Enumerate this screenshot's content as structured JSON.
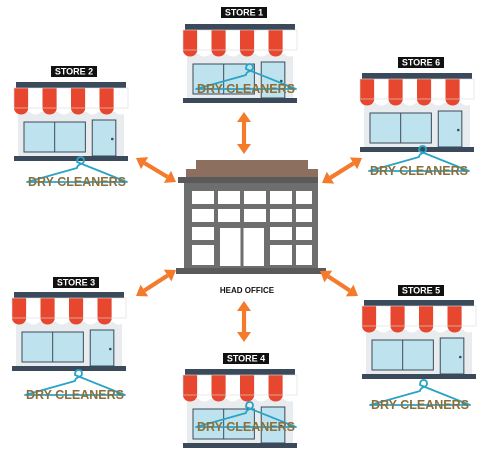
{
  "head_office": {
    "label": "HEAD OFFICE"
  },
  "stores": [
    {
      "id": "store-1",
      "label": "STORE 1",
      "sign": "DRY CLEANERS"
    },
    {
      "id": "store-2",
      "label": "STORE 2",
      "sign": "DRY CLEANERS"
    },
    {
      "id": "store-3",
      "label": "STORE 3",
      "sign": "DRY CLEANERS"
    },
    {
      "id": "store-4",
      "label": "STORE 4",
      "sign": "DRY CLEANERS"
    },
    {
      "id": "store-5",
      "label": "STORE 5",
      "sign": "DRY CLEANERS"
    },
    {
      "id": "store-6",
      "label": "STORE 6",
      "sign": "DRY CLEANERS"
    }
  ],
  "colors": {
    "awning_red": "#e8472f",
    "awning_white": "#ffffff",
    "shop_base": "#e9ecee",
    "frame_dark": "#3b4a5a",
    "window_blue": "#bfe3ee",
    "hanger_blue": "#2aa3c6",
    "arrow_orange": "#f47a2c",
    "building_gray": "#6e6e6e",
    "roof_brown": "#8c6f5e",
    "sign_text": "#8a6f3c"
  }
}
